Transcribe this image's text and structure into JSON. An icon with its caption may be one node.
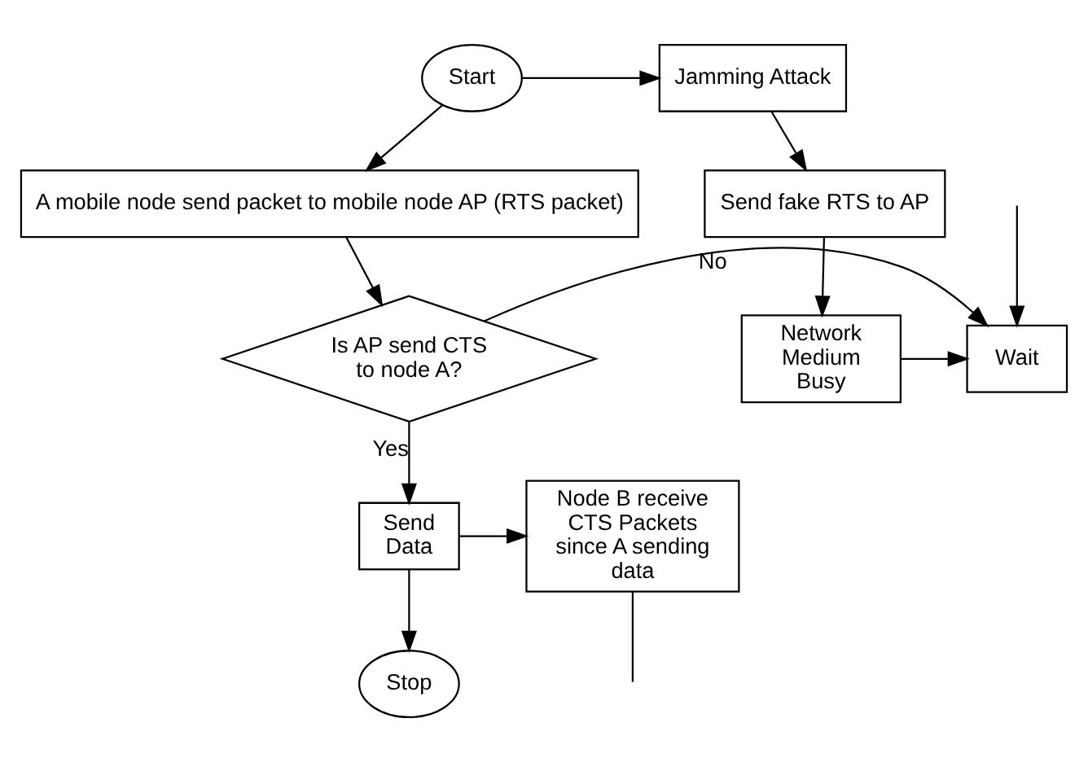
{
  "diagram": {
    "nodes": [
      {
        "text": [
          "Start"
        ]
      },
      {
        "text": [
          "Jamming Attack"
        ]
      },
      {
        "text": [
          "A mobile node send packet to mobile node AP (RTS packet)"
        ]
      },
      {
        "text": [
          "Send fake RTS to AP"
        ]
      },
      {
        "text": [
          "Is AP send CTS to node A?"
        ]
      },
      {
        "text": [
          "Wait"
        ]
      },
      {
        "text": [
          "Network Medium Busy"
        ]
      },
      {
        "text": [
          "Node B receive CTS Packets since A sending data"
        ]
      },
      {
        "text": [
          "Send Data"
        ]
      },
      {
        "text": [
          "Stop"
        ]
      }
    ],
    "edges": [
      {
        "from": 0,
        "to": 2,
        "arrow": "to"
      },
      {
        "from": 0,
        "to": 1,
        "arrow": "to"
      },
      {
        "from": 1,
        "to": 3,
        "arrow": "to"
      },
      {
        "from": 2,
        "to": 4,
        "arrow": "to"
      },
      {
        "from": 3,
        "to": 6,
        "arrow": "to"
      },
      {
        "from": 4,
        "to": 5,
        "arrow": "to",
        "label": "No"
      },
      {
        "from": 6,
        "to": 5,
        "arrow": "to"
      },
      {
        "from": 4,
        "to": 8,
        "arrow": "to",
        "label": "Yes"
      },
      {
        "from": 8,
        "to": 7,
        "arrow": "to"
      },
      {
        "from": 8,
        "to": 9,
        "arrow": "to"
      },
      {
        "from": 7,
        "to": null,
        "arrow": "none"
      },
      {
        "from": null,
        "to": 5,
        "arrow": "to"
      }
    ]
  }
}
